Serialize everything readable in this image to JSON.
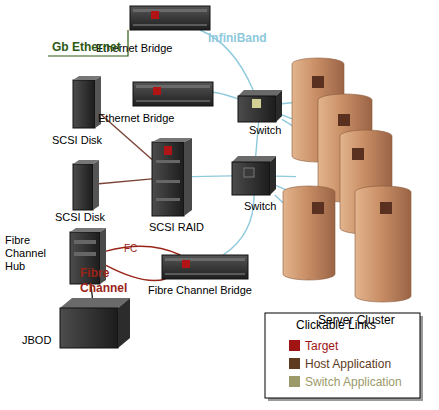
{
  "diagram": {
    "nodes": [
      {
        "text": [
          "Ethernet Bridge"
        ]
      },
      {
        "text": [
          "Ethernet Bridge"
        ]
      },
      {
        "text": [
          "Switch"
        ]
      },
      {
        "text": [
          "SCSI Disk"
        ]
      },
      {
        "text": [
          "SCSI RAID"
        ]
      },
      {
        "text": [
          "Switch"
        ]
      },
      {
        "text": [
          "SCSI Disk"
        ]
      },
      {
        "text": [
          "Fibre Channel Hub"
        ]
      },
      {
        "text": [
          "Fibre Channel Bridge"
        ]
      },
      {
        "text": [
          "Server Cluster"
        ]
      },
      {
        "text": [
          "JBOD"
        ]
      }
    ],
    "edges": [
      {
        "from": 0,
        "to": 2,
        "arrow": "none"
      },
      {
        "from": 1,
        "to": 2,
        "arrow": "none"
      },
      {
        "from": 2,
        "to": 9,
        "arrow": "none"
      },
      {
        "from": 2,
        "to": 5,
        "arrow": "none"
      },
      {
        "from": 5,
        "to": 9,
        "arrow": "none"
      },
      {
        "from": 3,
        "to": 4,
        "arrow": "none"
      },
      {
        "from": 6,
        "to": 4,
        "arrow": "none"
      },
      {
        "from": 4,
        "to": 5,
        "arrow": "none"
      },
      {
        "from": 5,
        "to": 8,
        "arrow": "none"
      },
      {
        "from": 7,
        "to": 8,
        "label": "FC",
        "arrow": "none"
      },
      {
        "from": 7,
        "to": 8,
        "label": "Fibre Channel",
        "arrow": "none"
      },
      {
        "from": 7,
        "to": 10,
        "arrow": "none"
      }
    ],
    "labels": [
      "Gb Ethernet",
      "InfiniBand",
      "Clickable Links"
    ],
    "legend": [
      {
        "text": "Target",
        "color": "#a01414"
      },
      {
        "text": "Host Application",
        "color": "#5e3a1e"
      },
      {
        "text": "Switch Application",
        "color": "#9c9a68"
      }
    ]
  }
}
